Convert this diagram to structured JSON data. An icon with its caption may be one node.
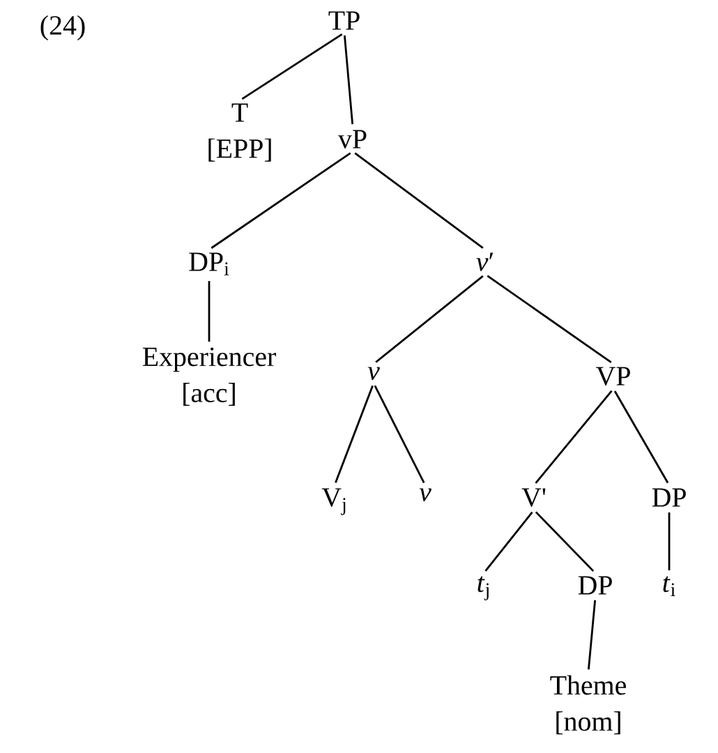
{
  "diagram": {
    "nodes": [
      {
        "text": [
          "TP"
        ]
      },
      {
        "text": [
          "T",
          "[EPP]"
        ]
      },
      {
        "text": [
          "vP"
        ]
      },
      {
        "text": [
          "DP$_{i}$"
        ]
      },
      {
        "text": [
          "Experiencer",
          "[acc]"
        ]
      },
      {
        "text": [
          "*v*′"
        ]
      },
      {
        "text": [
          "*v*"
        ]
      },
      {
        "text": [
          "VP"
        ]
      },
      {
        "text": [
          "V$_{j}$"
        ]
      },
      {
        "text": [
          "*v*"
        ]
      },
      {
        "text": [
          "V'"
        ]
      },
      {
        "text": [
          "DP"
        ]
      },
      {
        "text": [
          "*t*$_{j}$"
        ]
      },
      {
        "text": [
          "DP"
        ]
      },
      {
        "text": [
          "*t*$_{i}$"
        ]
      },
      {
        "text": [
          "Theme",
          "[nom]"
        ]
      }
    ],
    "edges": [
      {
        "from": 0,
        "to": 1,
        "arrow": "none"
      },
      {
        "from": 0,
        "to": 2,
        "arrow": "none"
      },
      {
        "from": 2,
        "to": 3,
        "arrow": "none"
      },
      {
        "from": 2,
        "to": 5,
        "arrow": "none"
      },
      {
        "from": 3,
        "to": 4,
        "arrow": "none"
      },
      {
        "from": 5,
        "to": 6,
        "arrow": "none"
      },
      {
        "from": 5,
        "to": 7,
        "arrow": "none"
      },
      {
        "from": 6,
        "to": 8,
        "arrow": "none"
      },
      {
        "from": 6,
        "to": 9,
        "arrow": "none"
      },
      {
        "from": 7,
        "to": 10,
        "arrow": "none"
      },
      {
        "from": 7,
        "to": 11,
        "arrow": "none"
      },
      {
        "from": 10,
        "to": 12,
        "arrow": "none"
      },
      {
        "from": 10,
        "to": 13,
        "arrow": "none"
      },
      {
        "from": 11,
        "to": 14,
        "arrow": "none"
      },
      {
        "from": 13,
        "to": 15,
        "arrow": "none"
      }
    ],
    "labels": [
      "(24)"
    ]
  }
}
